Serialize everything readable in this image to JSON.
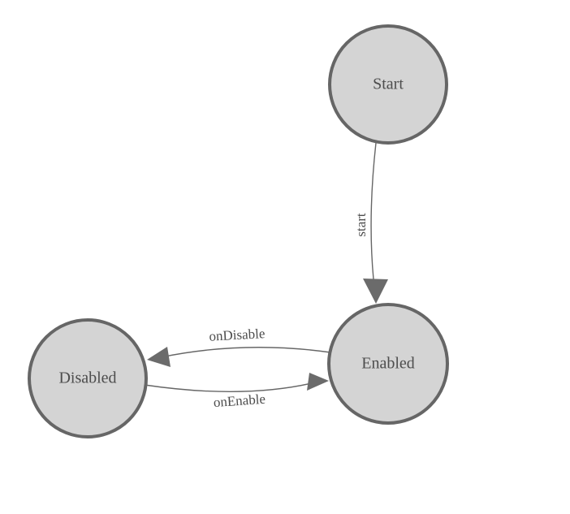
{
  "diagram": {
    "type": "state-machine",
    "nodes": [
      {
        "id": "start",
        "label": "Start"
      },
      {
        "id": "enabled",
        "label": "Enabled"
      },
      {
        "id": "disabled",
        "label": "Disabled"
      }
    ],
    "edges": [
      {
        "from": "Start",
        "to": "Enabled",
        "label": "start"
      },
      {
        "from": "Enabled",
        "to": "Disabled",
        "label": "onDisable"
      },
      {
        "from": "Disabled",
        "to": "Enabled",
        "label": "onEnable"
      }
    ],
    "colors": {
      "background": "#ffffff",
      "node_fill": "#d4d4d4",
      "node_stroke": "#666666",
      "edge_stroke": "#666666",
      "arrow_fill": "#6b6b6b",
      "label_color": "#4d4d4d"
    }
  }
}
